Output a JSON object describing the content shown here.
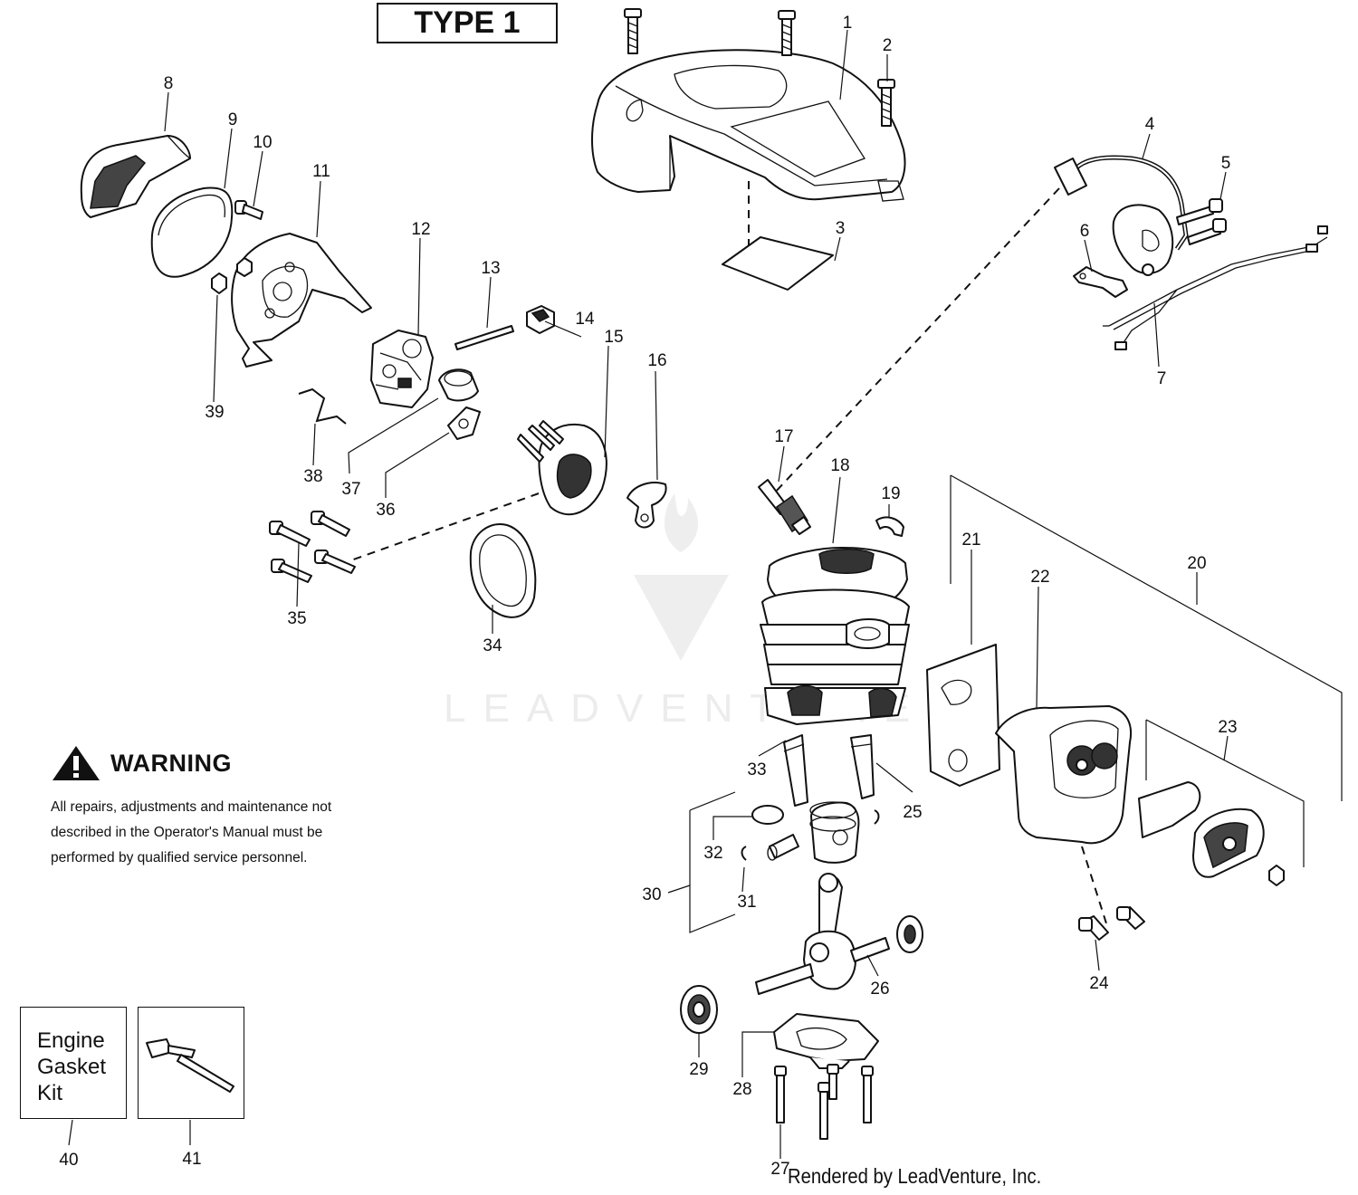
{
  "title": "TYPE 1",
  "warning": {
    "title": "WARNING",
    "text": "All repairs, adjustments and maintenance not described in the Operator's Manual must be performed by qualified  service personnel.",
    "icon": "warning-triangle-icon"
  },
  "kits": {
    "engine_gasket_kit": "Engine\nGasket\nKit"
  },
  "watermark": "LEADVENTURE",
  "credit": "Rendered by LeadVenture, Inc.",
  "parts": {
    "p1": "1",
    "p2": "2",
    "p3": "3",
    "p4": "4",
    "p5": "5",
    "p6": "6",
    "p7": "7",
    "p8": "8",
    "p9": "9",
    "p10": "10",
    "p11": "11",
    "p12": "12",
    "p13": "13",
    "p14": "14",
    "p15": "15",
    "p16": "16",
    "p17": "17",
    "p18": "18",
    "p19": "19",
    "p20": "20",
    "p21": "21",
    "p22": "22",
    "p23": "23",
    "p24": "24",
    "p25": "25",
    "p26": "26",
    "p27": "27",
    "p28": "28",
    "p29": "29",
    "p30": "30",
    "p31": "31",
    "p32": "32",
    "p33": "33",
    "p34": "34",
    "p35": "35",
    "p36": "36",
    "p37": "37",
    "p38": "38",
    "p39": "39",
    "p40": "40",
    "p41": "41"
  }
}
